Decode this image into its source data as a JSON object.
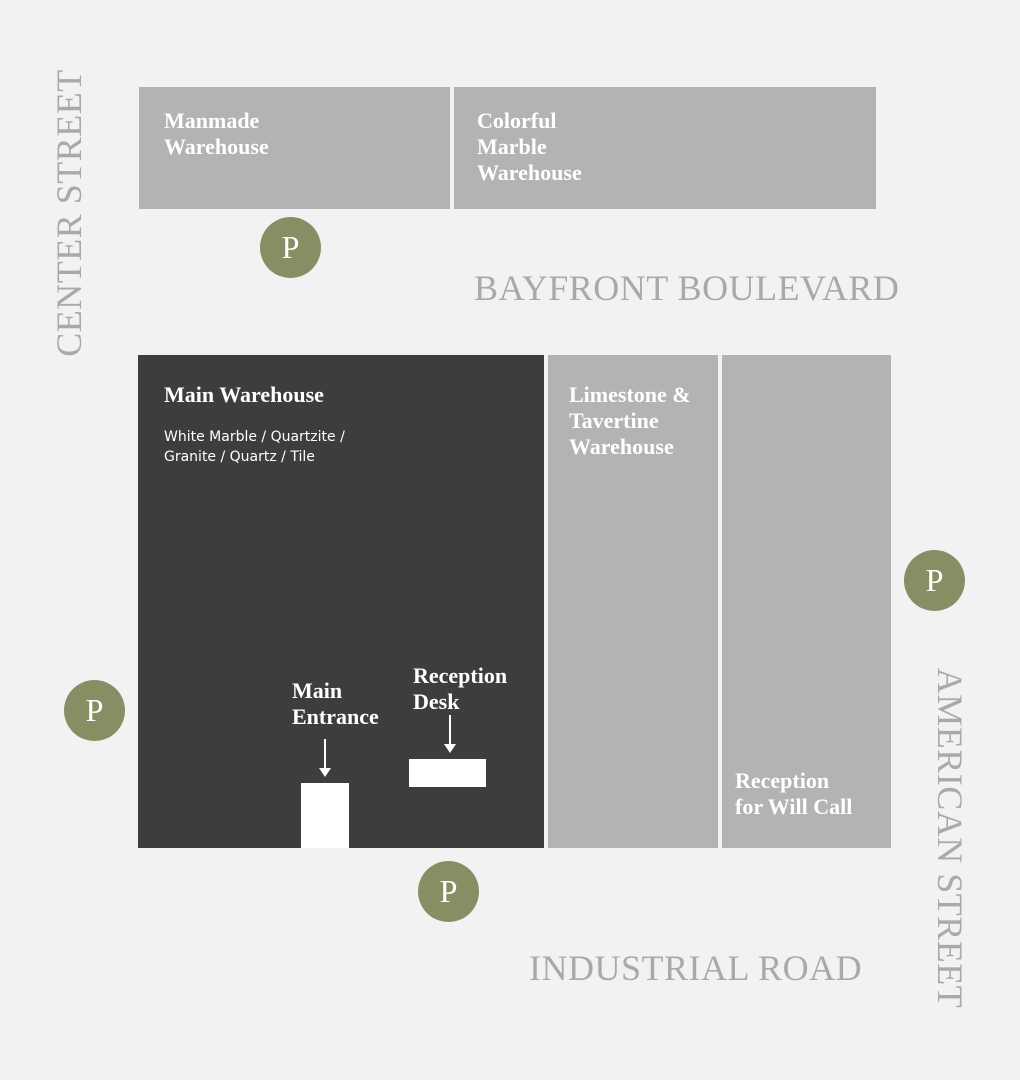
{
  "streets": {
    "center": "CENTER STREET",
    "bayfront": "BAYFRONT BOULEVARD",
    "american": "AMERICAN STREET",
    "industrial": "INDUSTRIAL ROAD"
  },
  "buildings": {
    "manmade": "Manmade\nWarehouse",
    "colorful": "Colorful\nMarble\nWarehouse",
    "main": "Main Warehouse",
    "main_sub": "White Marble / Quartzite /\nGranite / Quartz / Tile",
    "limestone": "Limestone &\nTavertine\nWarehouse",
    "will_call": "Reception\nfor Will Call"
  },
  "markers": {
    "main_entrance": "Main\nEntrance",
    "reception_desk": "Reception\nDesk"
  },
  "parking_label": "P",
  "colors": {
    "background": "#f2f2f2",
    "light_building": "#b3b3b3",
    "dark_building": "#3d3d3d",
    "parking": "#868e63",
    "street_text": "#a9a9a9"
  },
  "icons": [
    "parking-icon",
    "down-arrow-icon"
  ]
}
